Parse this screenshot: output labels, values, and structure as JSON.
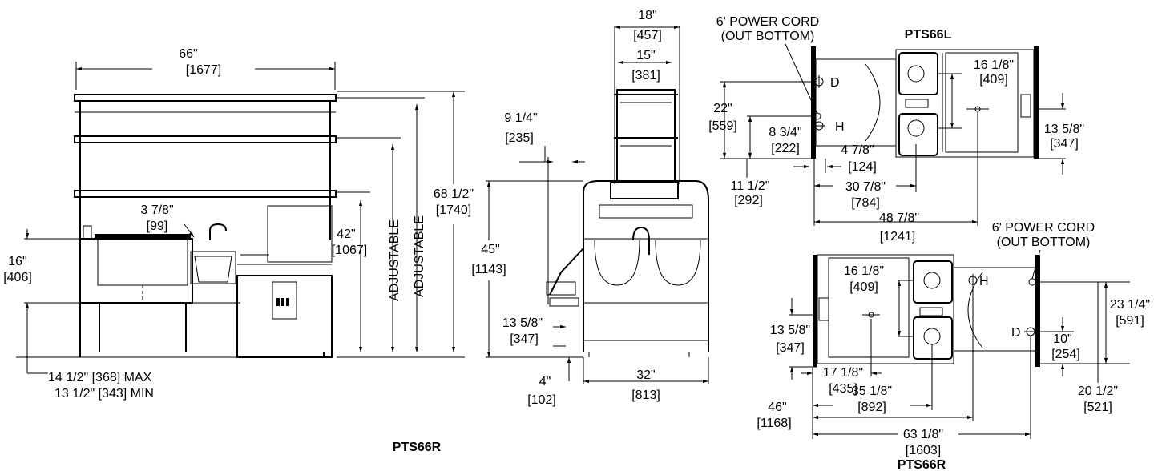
{
  "front_view": {
    "title": "PTS66R",
    "width_in": "66\"",
    "width_mm": "[1677]",
    "height_in": "68 1/2\"",
    "height_mm": "[1740]",
    "shelf_in": "42\"",
    "shelf_mm": "[1067]",
    "adj1": "ADJUSTABLE",
    "adj2": "ADJUSTABLE",
    "splash_in": "16\"",
    "splash_mm": "[406]",
    "faucet_in": "3 7/8\"",
    "faucet_mm": "[99]",
    "leg_max": "14 1/2\" [368] MAX",
    "leg_min": "13 1/2\" [343] MIN"
  },
  "side_view": {
    "top_in": "18\"",
    "top_mm": "[457]",
    "inner_in": "15\"",
    "inner_mm": "[381]",
    "drain_in": "9 1/4\"",
    "drain_mm": "[235]",
    "height_in": "45\"",
    "height_mm": "[1143]",
    "bin_in": "13 5/8\"",
    "bin_mm": "[347]",
    "floor_in": "4\"",
    "floor_mm": "[102]",
    "depth_in": "32\"",
    "depth_mm": "[813]"
  },
  "plan_left": {
    "title": "PTS66L",
    "cord1": "6' POWER CORD",
    "cord2": "(OUT BOTTOM)",
    "d_label": "D",
    "h_label": "H",
    "a_in": "22\"",
    "a_mm": "[559]",
    "b_in": "8 3/4\"",
    "b_mm": "[222]",
    "c_in": "11 1/2\"",
    "c_mm": "[292]",
    "d_in": "4 7/8\"",
    "d_mm": "[124]",
    "e_in": "30 7/8\"",
    "e_mm": "[784]",
    "f_in": "48 7/8\"",
    "f_mm": "[1241]",
    "g_in": "16 1/8\"",
    "g_mm": "[409]",
    "h_in": "13 5/8\"",
    "h_mm": "[347]"
  },
  "plan_right": {
    "title": "PTS66R",
    "cord1": "6' POWER CORD",
    "cord2": "(OUT BOTTOM)",
    "d_label": "D",
    "h_label": "H",
    "a_in": "16 1/8\"",
    "a_mm": "[409]",
    "b_in": "13 5/8\"",
    "b_mm": "[347]",
    "c_in": "17 1/8\"",
    "c_mm": "[435]",
    "d_in": "35 1/8\"",
    "d_mm": "[892]",
    "e_in": "46\"",
    "e_mm": "[1168]",
    "f_in": "63 1/8\"",
    "f_mm": "[1603]",
    "g_in": "23 1/4\"",
    "g_mm": "[591]",
    "h_in": "10\"",
    "h_mm": "[254]",
    "i_in": "20 1/2\"",
    "i_mm": "[521]"
  }
}
